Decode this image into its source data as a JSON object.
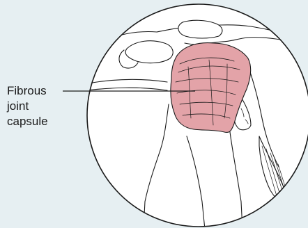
{
  "callout": {
    "line1": "Fibrous",
    "line2": "joint",
    "line3": "capsule"
  },
  "colors": {
    "background": "#e6eff2",
    "capsule_fill": "#e3a3a8",
    "outline": "#1a1a1a",
    "circle_fill": "#ffffff"
  }
}
